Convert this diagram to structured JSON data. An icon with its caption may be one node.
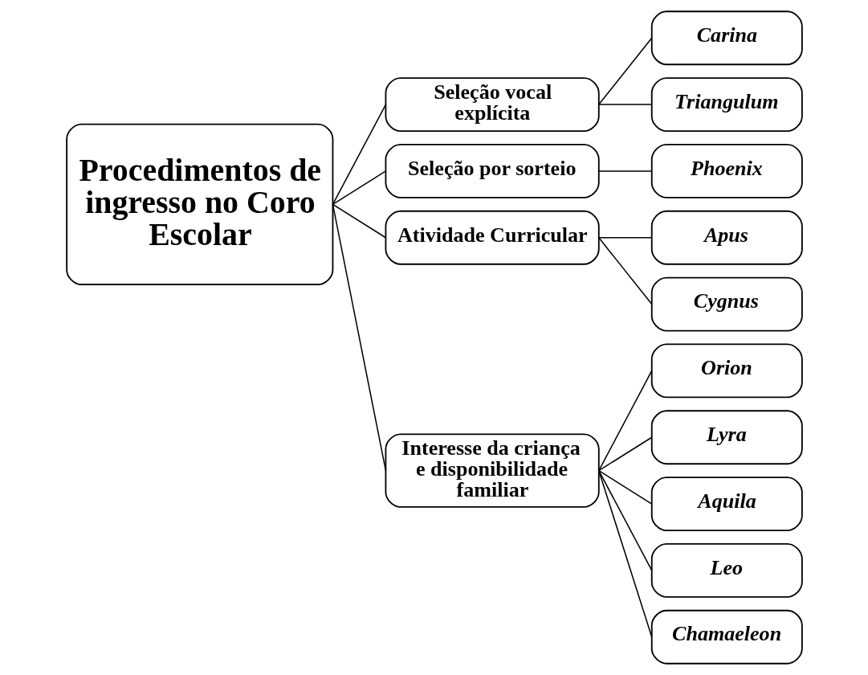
{
  "diagram": {
    "nodes": [
      {
        "text": [
          "Procedimentos de ingresso no Coro Escolar"
        ]
      },
      {
        "text": [
          "Seleção vocal explícita"
        ]
      },
      {
        "text": [
          "Carina"
        ]
      },
      {
        "text": [
          "Triangulum"
        ]
      },
      {
        "text": [
          "Seleção por sorteio"
        ]
      },
      {
        "text": [
          "Phoenix"
        ]
      },
      {
        "text": [
          "Atividade Curricular"
        ]
      },
      {
        "text": [
          "Apus"
        ]
      },
      {
        "text": [
          "Cygnus"
        ]
      },
      {
        "text": [
          "Interesse da criança e disponibilidade familiar"
        ]
      },
      {
        "text": [
          "Orion"
        ]
      },
      {
        "text": [
          "Lyra"
        ]
      },
      {
        "text": [
          "Aquila"
        ]
      },
      {
        "text": [
          "Leo"
        ]
      },
      {
        "text": [
          "Chamaeleon"
        ]
      }
    ],
    "edges": [
      {
        "from": 0,
        "to": 1,
        "arrow": "none"
      },
      {
        "from": 0,
        "to": 4,
        "arrow": "none"
      },
      {
        "from": 0,
        "to": 6,
        "arrow": "none"
      },
      {
        "from": 0,
        "to": 9,
        "arrow": "none"
      },
      {
        "from": 1,
        "to": 2,
        "arrow": "none"
      },
      {
        "from": 1,
        "to": 3,
        "arrow": "none"
      },
      {
        "from": 4,
        "to": 5,
        "arrow": "none"
      },
      {
        "from": 6,
        "to": 7,
        "arrow": "none"
      },
      {
        "from": 6,
        "to": 8,
        "arrow": "none"
      },
      {
        "from": 9,
        "to": 10,
        "arrow": "none"
      },
      {
        "from": 9,
        "to": 11,
        "arrow": "none"
      },
      {
        "from": 9,
        "to": 12,
        "arrow": "none"
      },
      {
        "from": 9,
        "to": 13,
        "arrow": "none"
      },
      {
        "from": 9,
        "to": 14,
        "arrow": "none"
      }
    ]
  }
}
